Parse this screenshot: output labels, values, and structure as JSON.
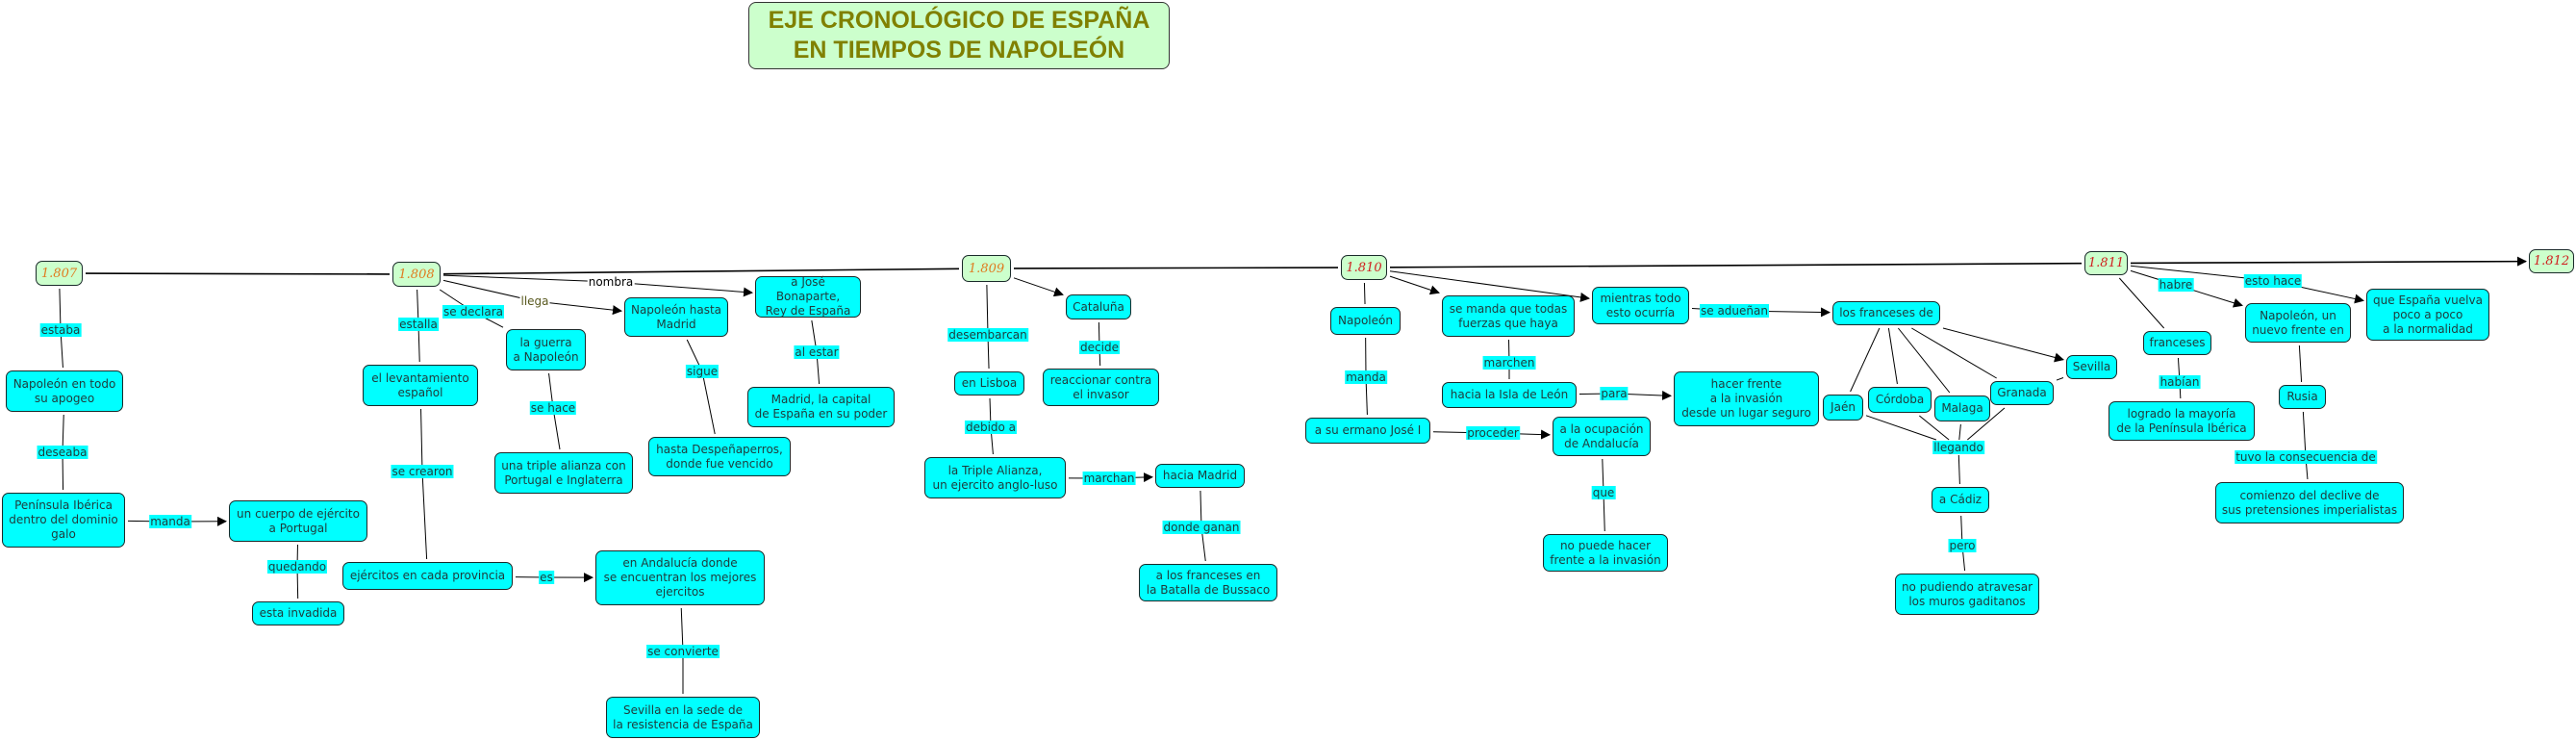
{
  "title": {
    "line1": "EJE CRONOLÓGICO DE ESPAÑA",
    "line2": "EN TIEMPOS DE NAPOLEÓN"
  },
  "colors": {
    "concept": "#00ffff",
    "year": "#ccffcc",
    "title_text": "#808000"
  },
  "years": {
    "y1807": "1.807",
    "y1808": "1.808",
    "y1809": "1.809",
    "y1810": "1.810",
    "y1811": "1.811",
    "y1812": "1.812"
  },
  "concepts": {
    "apogeo": "Napoleón en todo\nsu apogeo",
    "peninsula": "Península Ibérica\ndentro del dominio\ngalo",
    "cuerpo": "un cuerpo de ejército\na Portugal",
    "invadida": "esta invadida",
    "levant": "el levantamiento\nespañol",
    "ejercitos": "ejércitos en cada provincia",
    "andalucia": "en Andalucía donde\nse encuentran los mejores\nejercitos",
    "sevsede": "Sevilla en la sede de\nla resistencia de España",
    "guerra": "la guerra\na Napoleón",
    "triple": "una triple alianza con\nPortugal e Inglaterra",
    "napmadrid": "Napoleón hasta\nMadrid",
    "despena": "hasta Despeñaperros,\ndonde fue vencido",
    "jose": "a José Bonaparte,\nRey de España",
    "madcap": "Madrid, la capital\nde España en su poder",
    "lisboa": "en Lisboa",
    "triplea": "la Triple Alianza,\nun ejercito anglo-luso",
    "haciamad": "hacia Madrid",
    "bussaco": "a los franceses en\nla Batalla de Bussaco",
    "cataluna": "Cataluña",
    "reaccionar": "reaccionar contra\nel invasor",
    "napoleon": "Napoleón",
    "ermano": "a su ermano José I",
    "ocupacion": "a la ocupación\nde Andalucía",
    "nopuede": "no puede hacer\nfrente a la invasión",
    "semanda": "se manda que todas\nfuerzas que haya",
    "isla": "hacia la Isla de León",
    "hacerfrente": "hacer frente\na la invasión\ndesde un lugar seguro",
    "mientras": "mientras todo\nesto ocurría",
    "losfr": "los franceses de",
    "sevilla": "Sevilla",
    "jaen": "Jaén",
    "cordoba": "Córdoba",
    "malaga": "Malaga",
    "granada": "Granada",
    "cadiz": "a Cádiz",
    "nopudiendo": "no pudiendo atravesar\nlos muros gaditanos",
    "franceses": "franceses",
    "logrado": "logrado la mayoría\nde la Península Ibérica",
    "nuevofrente": "Napoleón, un\nnuevo frente en",
    "quevuelva": "que España vuelva\npoco a poco\na la normalidad",
    "rusia": "Rusia",
    "comienzo": "comienzo del declive de\nsus pretensiones imperialistas"
  },
  "links": {
    "estaba": "estaba",
    "deseaba": "deseaba",
    "manda1": "manda",
    "quedando": "quedando",
    "estalla": "estalla",
    "secrearon": "se crearon",
    "es": "es",
    "seconvierte": "se convierte",
    "sedeclara": "se declara",
    "sehace": "se hace",
    "llega": "llega",
    "sigue": "sigue",
    "nombra": "nombra",
    "alestar": "al estar",
    "desembarcan": "desembarcan",
    "debidoa": "debido a",
    "marchan": "marchan",
    "dondeganan": "donde ganan",
    "decide": "decide",
    "manda2": "manda",
    "proceder": "proceder",
    "que": "que",
    "marchen": "marchen",
    "para": "para",
    "seaduenan": "se adueñan",
    "llegando": "llegando",
    "pero": "pero",
    "habian": "habían",
    "habre": "habre",
    "estohace": "esto hace",
    "tuvo": "tuvo la consecuencia de"
  }
}
